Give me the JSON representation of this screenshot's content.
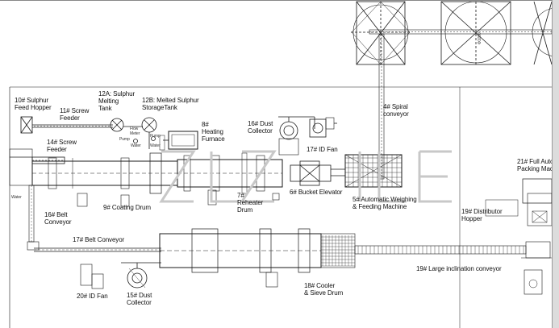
{
  "labels": {
    "l10": "10# Sulphur\nFeed Hopper",
    "l11": "11# Screw\nFeeder",
    "l12a": "12A: Sulphur\nMelting\nTank",
    "l12b": "12B: Melted Sulphur\nStorageTank",
    "l8": "8#\nHeating\nFurnace",
    "l16": "16# Dust\nCollector",
    "l17id": "17# ID Fan",
    "l4": "4# Spiral\nconveyor",
    "l14": "14# Screw\nFeeder",
    "l9": "9# Coating Drum",
    "l7": "7#\nReheater\nDrum",
    "l6": "6# Bucket Elevator",
    "l5": "5# Automatic Weighing\n& Feeding Machine",
    "l21": "21# Full Auto\nPacking Mac",
    "l19d": "19# Distributor\nHopper",
    "l16b": "16# Belt\nConveyor",
    "l17b": "17# Belt Conveyor",
    "l19c": "19# Large inclination conveyor",
    "l20": "20# ID Fan",
    "l15": "15# Dust\nCollector",
    "l18": "18# Cooler\n& Sieve Drum",
    "dim": "Φ1000",
    "sm_pump": "Pump",
    "sm_water1": "Water",
    "sm_flow": "Flow\nMeter",
    "sm_pump2": "Pump",
    "sm_water2": "Water",
    "sm_water3": "Water"
  },
  "colors": {
    "line": "#1a1a1a",
    "background": "#ffffff",
    "watermark": "#c8c8c8"
  }
}
